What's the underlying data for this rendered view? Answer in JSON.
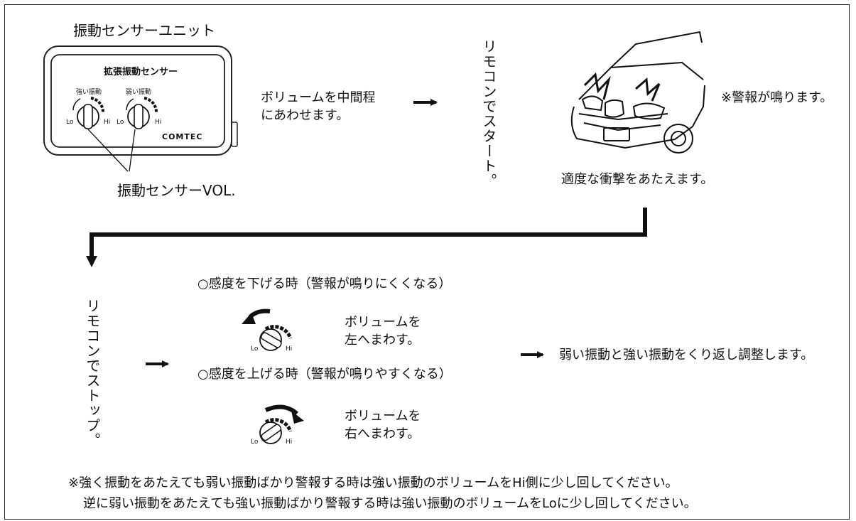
{
  "unit_title": "振動センサーユニット",
  "device": {
    "label": "拡張振動センサー",
    "knob_strong": "強い振動",
    "knob_weak": "弱い振動",
    "lo": "Lo",
    "hi": "Hi",
    "brand": "COMTEC"
  },
  "vol_label": "振動センサーVOL.",
  "step1_line1": "ボリュームを中間程",
  "step1_line2": "にあわせます。",
  "remote_start": "リモコンでスタート。",
  "alarm_note": "※警報が鳴ります。",
  "impact_caption": "適度な衝撃をあたえます。",
  "remote_stop": "リモコンでストップ。",
  "lower": {
    "title": "○感度を下げる時（警報が鳴りにくくなる）",
    "line1": "ボリュームを",
    "line2": "左へまわす。"
  },
  "raise": {
    "title": "○感度を上げる時（警報が鳴りやすくなる）",
    "line1": "ボリュームを",
    "line2": "右へまわす。"
  },
  "repeat_text": "弱い振動と強い振動をくり返し調整します。",
  "footnote_line1": "※強く振動をあたえても弱い振動ばかり警報する時は強い振動のボリュームをHi側に少し回してください。",
  "footnote_line2": "逆に弱い振動をあたえても強い振動ばかり警報する時は強い振動のボリュームをLoに少し回してください。"
}
